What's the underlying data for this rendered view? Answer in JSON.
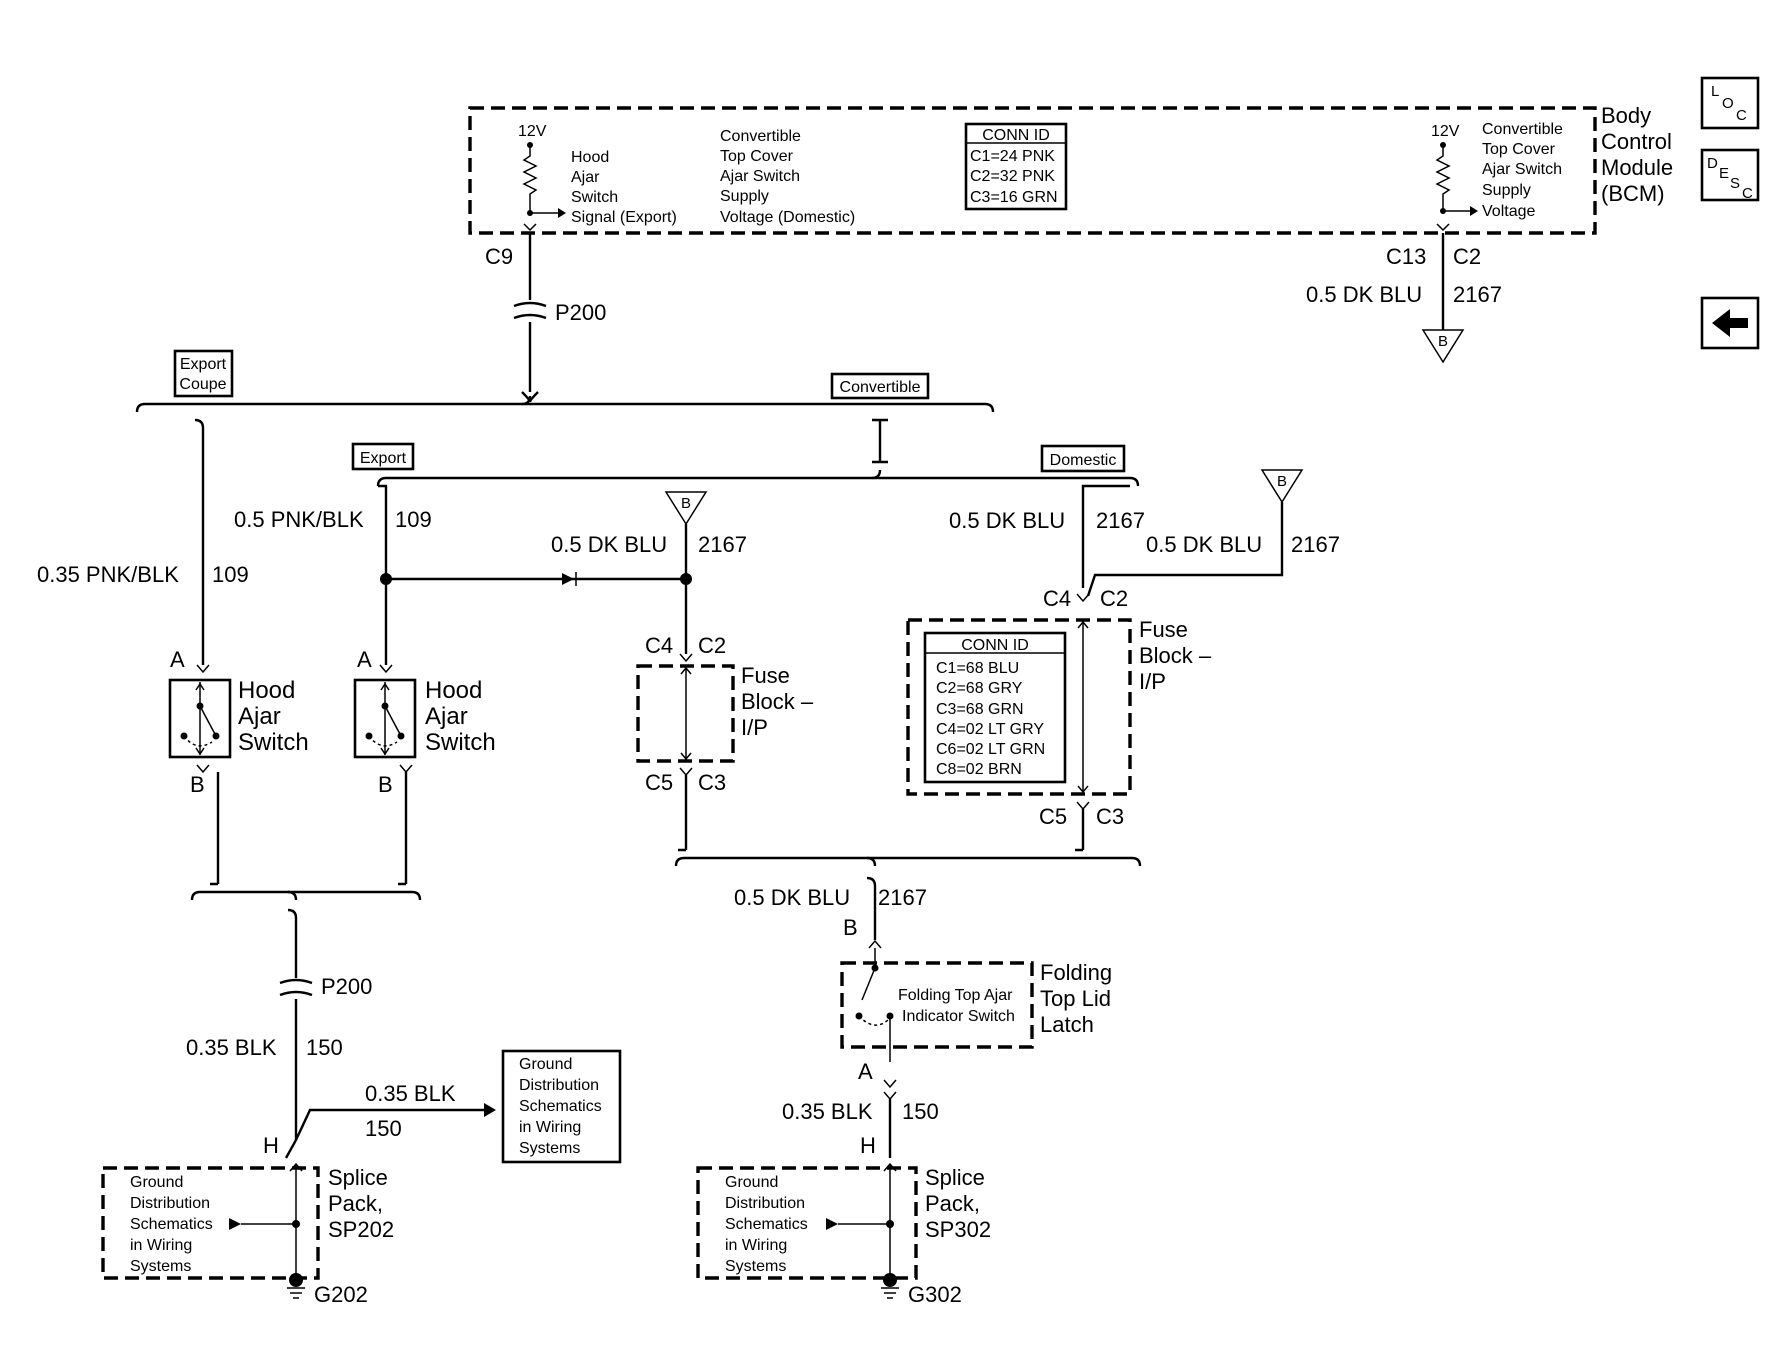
{
  "bcm": {
    "name_lines": [
      "Body",
      "Control",
      "Module",
      "(BCM)"
    ],
    "left_supply": "12V",
    "left_label_lines": [
      "Hood",
      "Ajar",
      "Switch",
      "Signal (Export)"
    ],
    "middle_label_lines": [
      "Convertible",
      "Top Cover",
      "Ajar Switch",
      "Supply",
      "Voltage (Domestic)"
    ],
    "right_supply": "12V",
    "right_label_lines": [
      "Convertible",
      "Top Cover",
      "Ajar Switch",
      "Supply",
      "Voltage"
    ],
    "conn_id": {
      "title": "CONN ID",
      "rows": [
        "C1=24 PNK",
        "C2=32 PNK",
        "C3=16 GRN"
      ]
    },
    "pin_left": "C9",
    "pin_right_a": "C13",
    "pin_right_b": "C2"
  },
  "nav": {
    "loc_icon": "LOC",
    "desc_icon": "DESC",
    "back_icon": "left-arrow"
  },
  "inline_connectors": {
    "p200_top": "P200",
    "p200_bottom": "P200"
  },
  "options": {
    "export_coupe_lines": [
      "Export",
      "Coupe"
    ],
    "convertible": "Convertible",
    "export": "Export",
    "domestic": "Domestic"
  },
  "off_page_ref": "B",
  "wires": {
    "bcm_out": {
      "size": "0.5 DK BLU",
      "circuit": "2167"
    },
    "left_109": {
      "size": "0.35 PNK/BLK",
      "circuit": "109"
    },
    "export_109": {
      "size": "0.5 PNK/BLK",
      "circuit": "109"
    },
    "mid_2167": {
      "size": "0.5 DK BLU",
      "circuit": "2167"
    },
    "dom_2167": {
      "size": "0.5 DK BLU",
      "circuit": "2167"
    },
    "ref_2167": {
      "size": "0.5 DK BLU",
      "circuit": "2167"
    },
    "latch_in": {
      "size": "0.5 DK BLU",
      "circuit": "2167"
    },
    "gnd_left": {
      "size": "0.35 BLK",
      "circuit": "150"
    },
    "gnd_branch": {
      "size": "0.35 BLK",
      "circuit": "150"
    },
    "gnd_right": {
      "size": "0.35 BLK",
      "circuit": "150"
    }
  },
  "hood_switch_left": {
    "name_lines": [
      "Hood",
      "Ajar",
      "Switch"
    ],
    "pin_a": "A",
    "pin_b": "B"
  },
  "hood_switch_right": {
    "name_lines": [
      "Hood",
      "Ajar",
      "Switch"
    ],
    "pin_a": "A",
    "pin_b": "B"
  },
  "fuse_block_small": {
    "name_lines": [
      "Fuse",
      "Block –",
      "I/P"
    ],
    "top_a": "C4",
    "top_b": "C2",
    "bot_a": "C5",
    "bot_b": "C3"
  },
  "fuse_block_large": {
    "name_lines": [
      "Fuse",
      "Block –",
      "I/P"
    ],
    "top_a": "C4",
    "top_b": "C2",
    "bot_a": "C5",
    "bot_b": "C3",
    "conn_id": {
      "title": "CONN ID",
      "rows": [
        "C1=68 BLU",
        "C2=68 GRY",
        "C3=68 GRN",
        "C4=02 LT GRY",
        "C6=02 LT GRN",
        "C8=02 BRN"
      ]
    }
  },
  "latch": {
    "name_lines": [
      "Folding",
      "Top Lid",
      "Latch"
    ],
    "switch_lines": [
      "Folding Top Ajar",
      "Indicator Switch"
    ],
    "pin_b": "B",
    "pin_a": "A"
  },
  "ground_ref_box": {
    "lines": [
      "Ground",
      "Distribution",
      "Schematics",
      "in Wiring",
      "Systems"
    ]
  },
  "splice_left": {
    "name_lines": [
      "Splice",
      "Pack,",
      "SP202"
    ],
    "ref_lines": [
      "Ground",
      "Distribution",
      "Schematics",
      "in Wiring",
      "Systems"
    ],
    "pin": "H",
    "ground": "G202"
  },
  "splice_right": {
    "name_lines": [
      "Splice",
      "Pack,",
      "SP302"
    ],
    "ref_lines": [
      "Ground",
      "Distribution",
      "Schematics",
      "in Wiring",
      "Systems"
    ],
    "pin": "H",
    "ground": "G302"
  }
}
